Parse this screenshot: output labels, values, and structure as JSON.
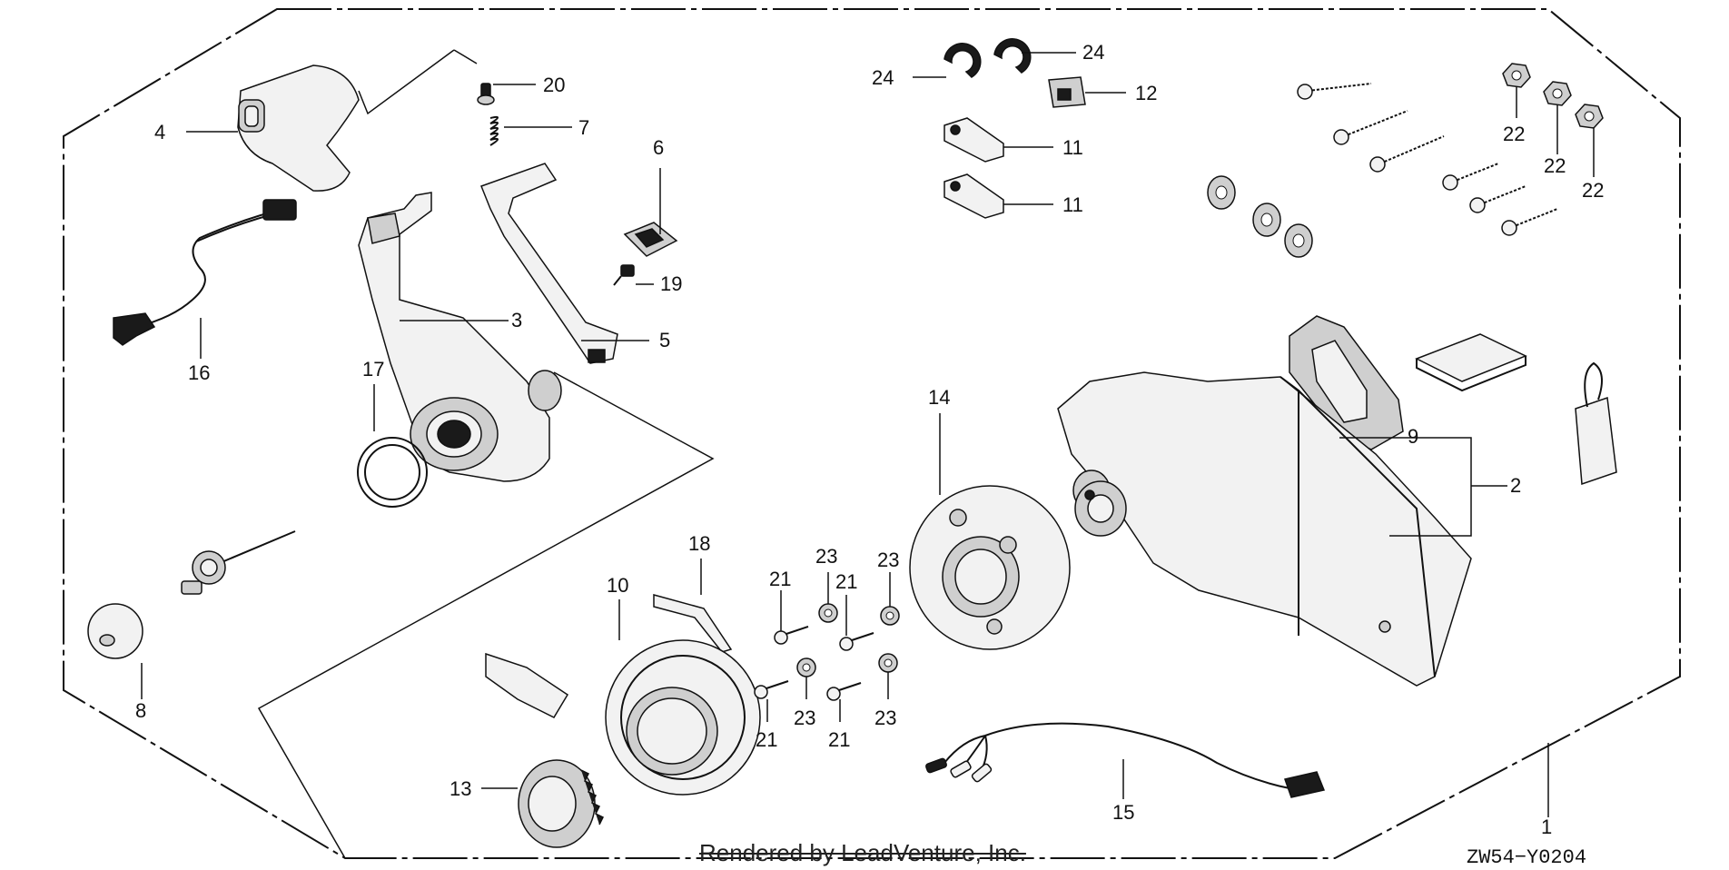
{
  "footer": {
    "rendered_by": "Rendered by LeadVenture, Inc.",
    "diagram_code": "ZW54−Y0204"
  },
  "callouts": [
    "1",
    "2",
    "3",
    "4",
    "5",
    "6",
    "7",
    "8",
    "9",
    "10",
    "11",
    "11",
    "12",
    "13",
    "14",
    "15",
    "16",
    "17",
    "18",
    "19",
    "20",
    "21",
    "21",
    "21",
    "21",
    "22",
    "22",
    "22",
    "23",
    "23",
    "23",
    "23",
    "24",
    "24"
  ]
}
